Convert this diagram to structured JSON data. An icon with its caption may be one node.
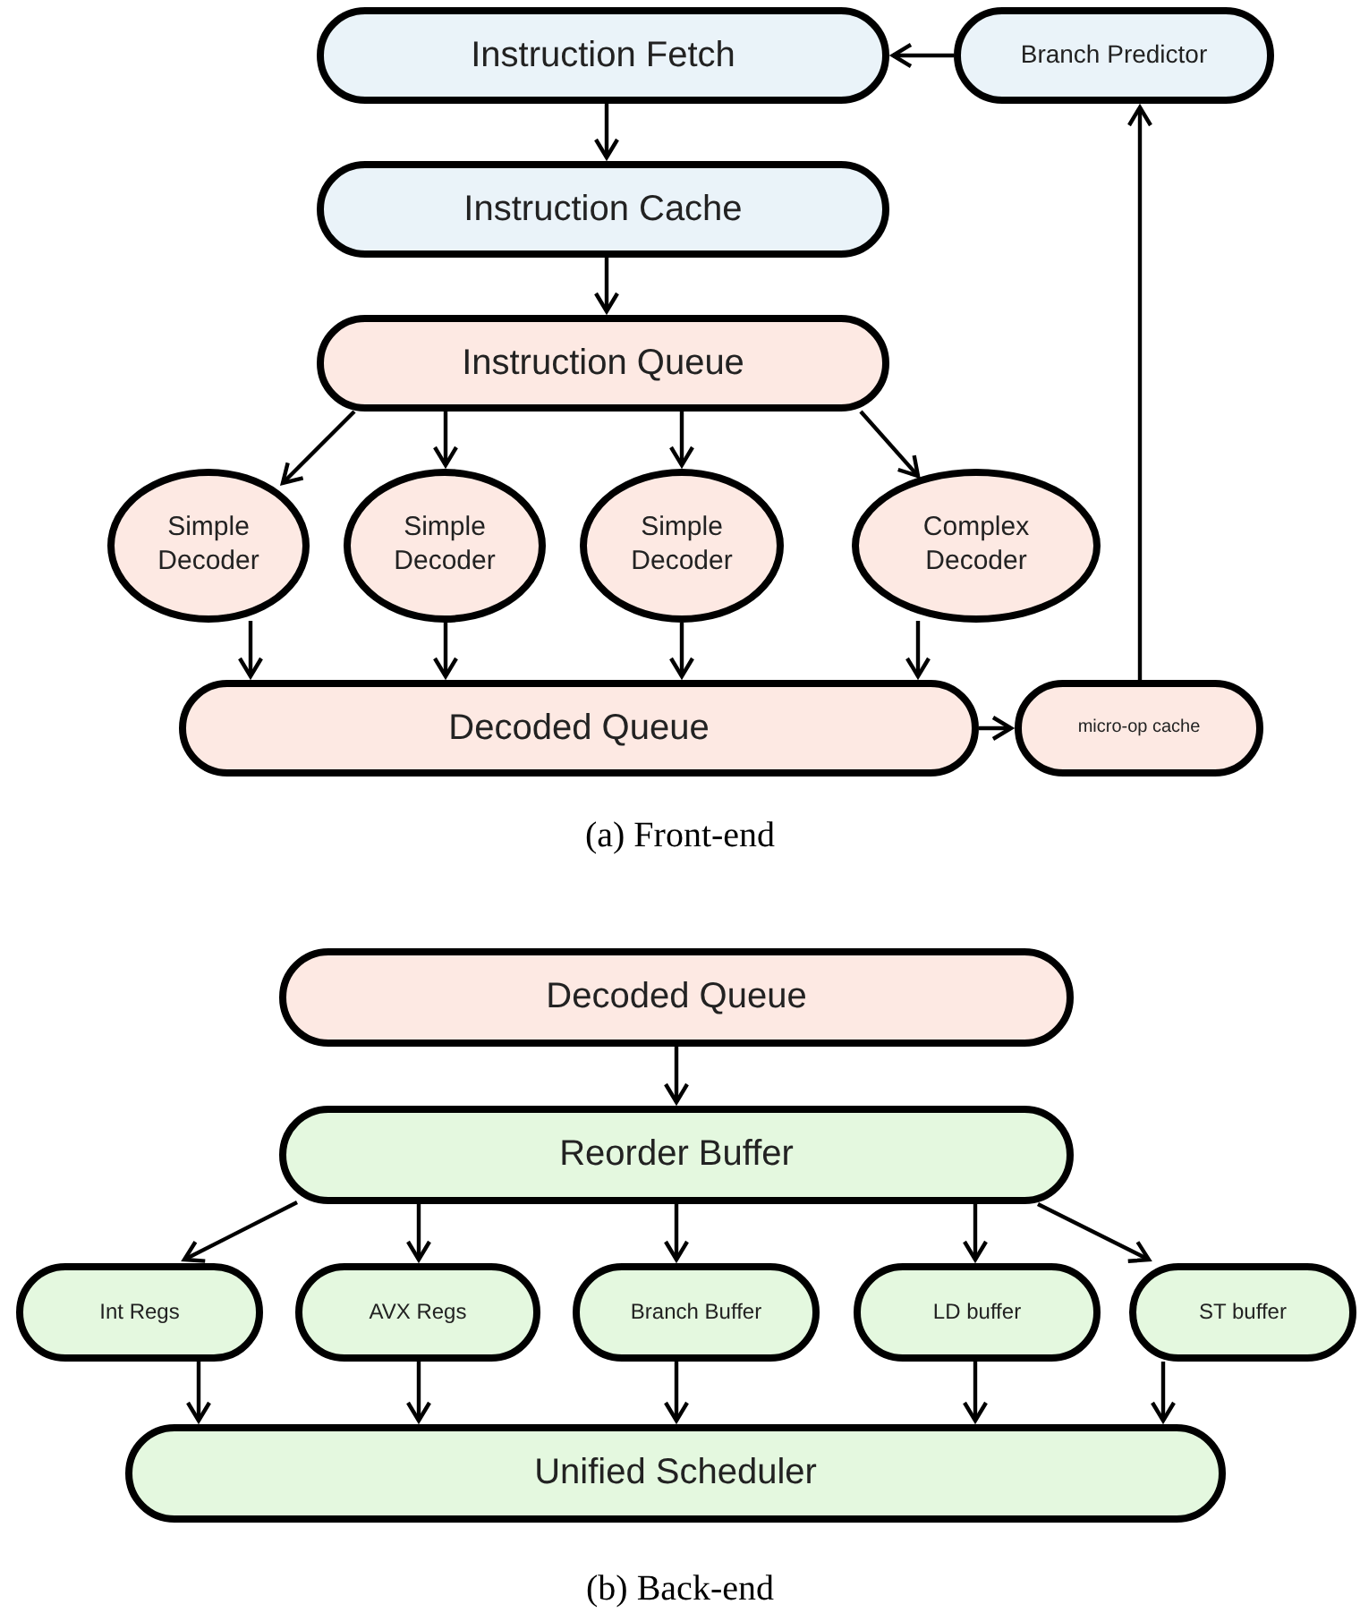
{
  "diagram": {
    "nodes": [
      {
        "text": [
          "Instruction Fetch"
        ]
      },
      {
        "text": [
          "Branch Predictor"
        ]
      },
      {
        "text": [
          "Instruction Cache"
        ]
      },
      {
        "text": [
          "Instruction Queue"
        ]
      },
      {
        "text": [
          "Simple Decoder"
        ]
      },
      {
        "text": [
          "Simple Decoder"
        ]
      },
      {
        "text": [
          "Simple Decoder"
        ]
      },
      {
        "text": [
          "Complex Decoder"
        ]
      },
      {
        "text": [
          "Decoded Queue"
        ]
      },
      {
        "text": [
          "micro-op cache"
        ]
      },
      {
        "text": [
          "Decoded Queue"
        ]
      },
      {
        "text": [
          "Reorder Buffer"
        ]
      },
      {
        "text": [
          "Int Regs"
        ]
      },
      {
        "text": [
          "AVX Regs"
        ]
      },
      {
        "text": [
          "Branch Buffer"
        ]
      },
      {
        "text": [
          "LD buffer"
        ]
      },
      {
        "text": [
          "ST buffer"
        ]
      },
      {
        "text": [
          "Unified Scheduler"
        ]
      }
    ],
    "edges": [
      {
        "from": 1,
        "to": 0,
        "arrow": "to"
      },
      {
        "from": 0,
        "to": 2,
        "arrow": "to"
      },
      {
        "from": 2,
        "to": 3,
        "arrow": "to"
      },
      {
        "from": 3,
        "to": 4,
        "arrow": "to"
      },
      {
        "from": 3,
        "to": 5,
        "arrow": "to"
      },
      {
        "from": 3,
        "to": 6,
        "arrow": "to"
      },
      {
        "from": 3,
        "to": 7,
        "arrow": "to"
      },
      {
        "from": 4,
        "to": 8,
        "arrow": "to"
      },
      {
        "from": 5,
        "to": 8,
        "arrow": "to"
      },
      {
        "from": 6,
        "to": 8,
        "arrow": "to"
      },
      {
        "from": 7,
        "to": 8,
        "arrow": "to"
      },
      {
        "from": 8,
        "to": 9,
        "arrow": "to"
      },
      {
        "from": 9,
        "to": 1,
        "arrow": "to"
      },
      {
        "from": 10,
        "to": 11,
        "arrow": "to"
      },
      {
        "from": 11,
        "to": 12,
        "arrow": "to"
      },
      {
        "from": 11,
        "to": 13,
        "arrow": "to"
      },
      {
        "from": 11,
        "to": 14,
        "arrow": "to"
      },
      {
        "from": 11,
        "to": 15,
        "arrow": "to"
      },
      {
        "from": 11,
        "to": 16,
        "arrow": "to"
      },
      {
        "from": 12,
        "to": 17,
        "arrow": "to"
      },
      {
        "from": 13,
        "to": 17,
        "arrow": "to"
      },
      {
        "from": 14,
        "to": 17,
        "arrow": "to"
      },
      {
        "from": 15,
        "to": 17,
        "arrow": "to"
      },
      {
        "from": 16,
        "to": 17,
        "arrow": "to"
      }
    ],
    "labels": [
      "(a) Front-end",
      "(b) Back-end"
    ]
  }
}
